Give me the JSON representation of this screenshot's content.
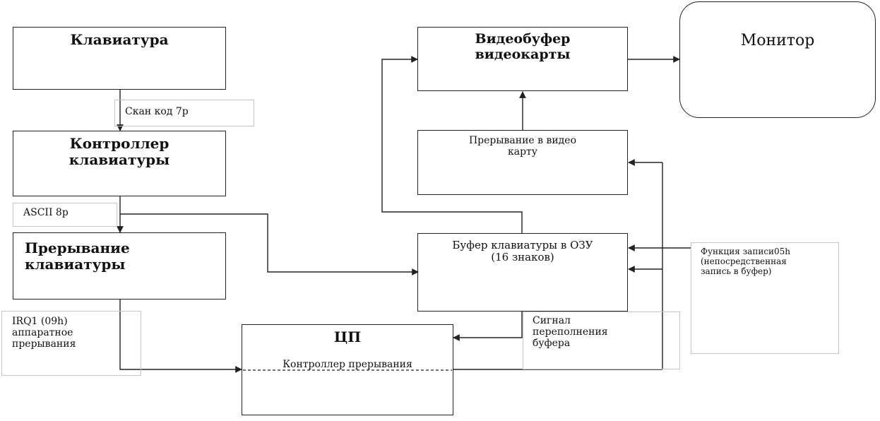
{
  "blocks": {
    "keyboard": "Клавиатура",
    "keyboard_controller": "Контроллер\nклавиатуры",
    "keyboard_interrupt": "Прерывание\nклавиатуры",
    "cpu": "ЦП",
    "interrupt_controller": "Контроллер прерывания",
    "video_buffer": "Видеобуфер\nвидеокарты",
    "monitor": "Монитор",
    "video_interrupt": "Прерывание в видео\nкарту",
    "keyboard_buffer": "Буфер клавиатуры в ОЗУ\n(16 знаков)"
  },
  "labels": {
    "scan_code": "Скан код 7р",
    "ascii": "ASCII 8р",
    "irq": "IRQ1 (09h)\nаппаратное\nпрерывания",
    "overflow": "Сигнал\nпереполнения\nбуфера",
    "write_function": "Функция записи05h\n(непосредственная\nзапись в буфер)"
  },
  "colors": {
    "line": "#222222",
    "label_border": "#c4c4c4"
  }
}
